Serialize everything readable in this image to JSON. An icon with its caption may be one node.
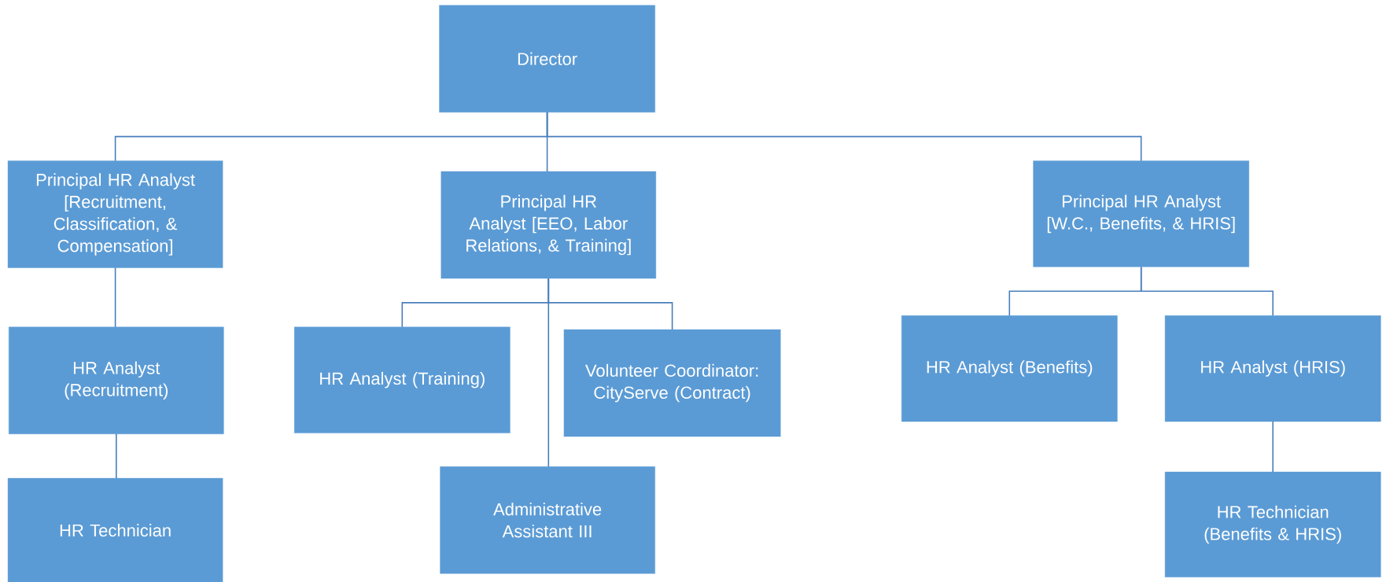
{
  "diagram": {
    "nodes": [
      {
        "text": [
          "Director"
        ]
      },
      {
        "text": [
          "Principal HR Analyst [Recruitment, Classification, & Compensation]"
        ]
      },
      {
        "text": [
          "Principal HR Analyst [EEO, Labor Relations, & Training]"
        ]
      },
      {
        "text": [
          "Principal HR Analyst [W.C., Benefits, & HRIS]"
        ]
      },
      {
        "text": [
          "HR Analyst (Recruitment)"
        ]
      },
      {
        "text": [
          "HR Analyst (Training)"
        ]
      },
      {
        "text": [
          "Volunteer Coordinator: CityServe (Contract)"
        ]
      },
      {
        "text": [
          "Administrative Assistant III"
        ]
      },
      {
        "text": [
          "HR Analyst (Benefits)"
        ]
      },
      {
        "text": [
          "HR Analyst (HRIS)"
        ]
      },
      {
        "text": [
          "HR Technician"
        ]
      },
      {
        "text": [
          "HR Technician (Benefits & HRIS)"
        ]
      }
    ],
    "edges": [
      {
        "from": 0,
        "to": 1,
        "arrow": "none"
      },
      {
        "from": 0,
        "to": 2,
        "arrow": "none"
      },
      {
        "from": 0,
        "to": 3,
        "arrow": "none"
      },
      {
        "from": 1,
        "to": 4,
        "arrow": "none"
      },
      {
        "from": 2,
        "to": 5,
        "arrow": "none"
      },
      {
        "from": 2,
        "to": 6,
        "arrow": "none"
      },
      {
        "from": 2,
        "to": 7,
        "arrow": "none"
      },
      {
        "from": 3,
        "to": 8,
        "arrow": "none"
      },
      {
        "from": 3,
        "to": 9,
        "arrow": "none"
      },
      {
        "from": 4,
        "to": 10,
        "arrow": "none"
      },
      {
        "from": 9,
        "to": 11,
        "arrow": "none"
      }
    ]
  }
}
